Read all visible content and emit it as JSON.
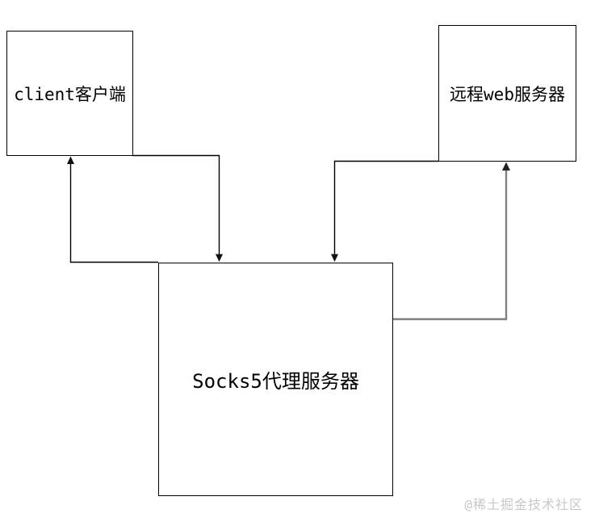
{
  "diagram": {
    "nodes": [
      {
        "id": "client",
        "label": "client客户端"
      },
      {
        "id": "socks5_proxy",
        "label": "Socks5代理服务器"
      },
      {
        "id": "remote_web",
        "label": "远程web服务器"
      }
    ],
    "edges": [
      {
        "from": "client",
        "to": "socks5_proxy",
        "style": "black-thin-arrow"
      },
      {
        "from": "socks5_proxy",
        "to": "client",
        "style": "black-thin-arrow"
      },
      {
        "from": "remote_web",
        "to": "socks5_proxy",
        "style": "black-thin-arrow"
      },
      {
        "from": "socks5_proxy",
        "to": "remote_web",
        "style": "gray-thick-arrow"
      }
    ],
    "colors": {
      "line": "#000000",
      "gray_line": "#808080",
      "arrowhead": "#111111",
      "box_border": "#000000",
      "background": "#ffffff",
      "text": "#000000",
      "watermark": "#c8c8c8"
    }
  },
  "watermark": {
    "text": "@稀土掘金技术社区"
  }
}
